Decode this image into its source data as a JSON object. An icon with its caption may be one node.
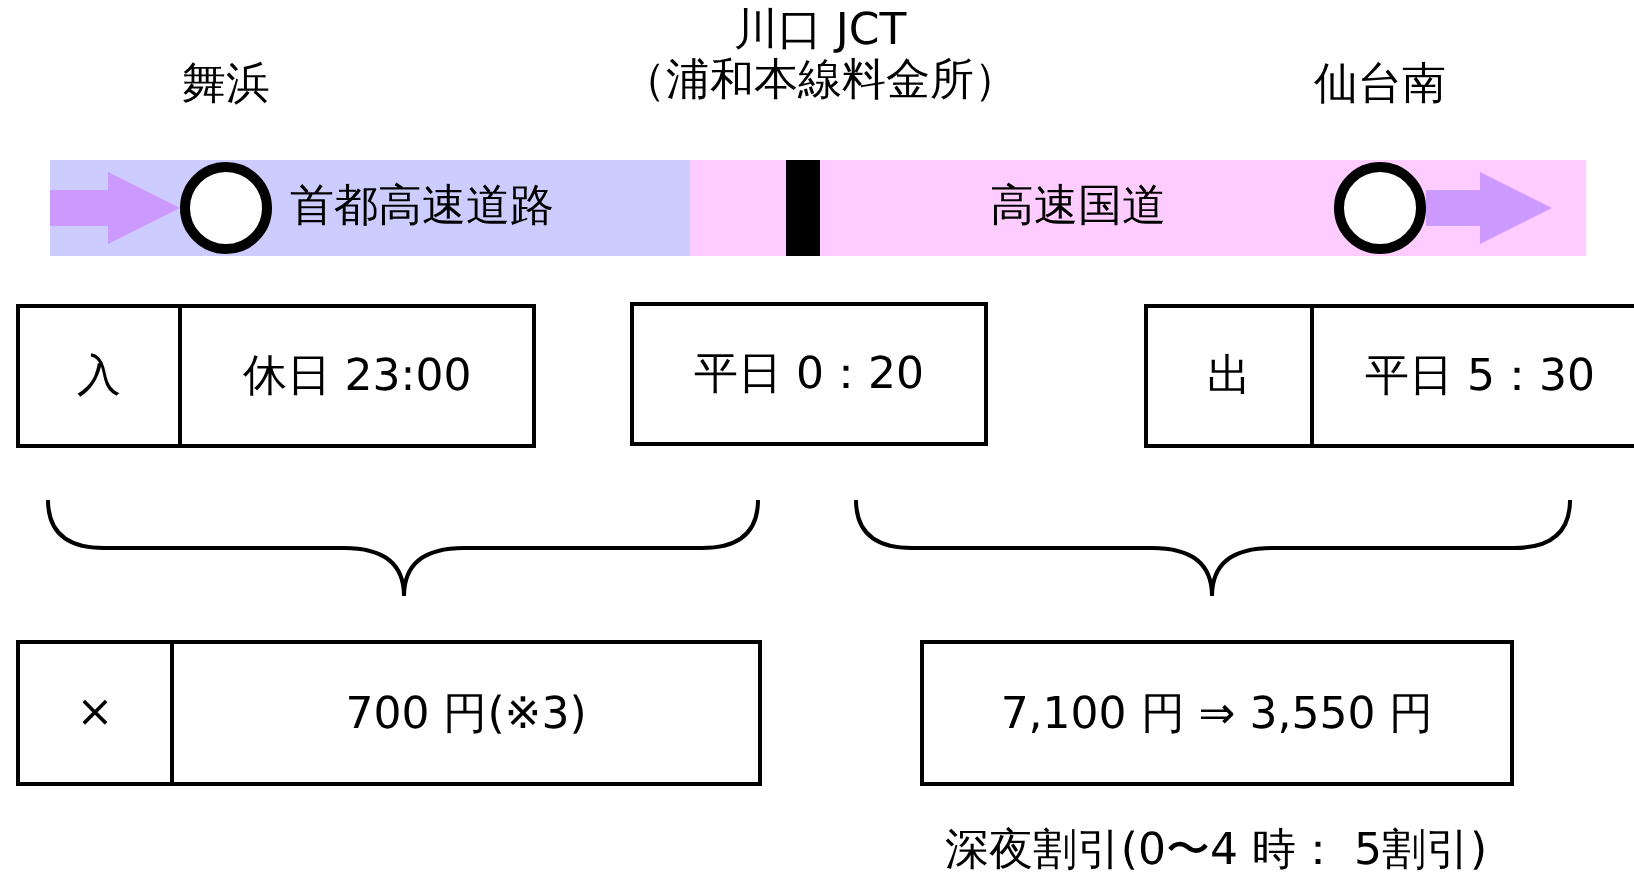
{
  "diagram": {
    "nodes": [
      {
        "text": [
          "首都高速道路"
        ]
      },
      {
        "text": [
          "高速国道"
        ]
      },
      {
        "text": [],
        "shape": "circle",
        "in": 0,
        "beside": [
          "舞浜"
        ]
      },
      {
        "text": [],
        "shape": "bar",
        "in": 1,
        "beside": [
          "川口 JCT（浦和本線料金所）"
        ]
      },
      {
        "text": [],
        "shape": "circle",
        "in": 1,
        "beside": [
          "仙台南"
        ]
      },
      {
        "text": [
          "入"
        ]
      },
      {
        "text": [
          "休日 23:00"
        ]
      },
      {
        "text": [
          "平日 0：20"
        ]
      },
      {
        "text": [
          "出"
        ]
      },
      {
        "text": [
          "平日 5：30"
        ]
      },
      {
        "text": [
          "×"
        ]
      },
      {
        "text": [
          "700 円(※3)"
        ]
      },
      {
        "text": [
          "7,100 円 ⇒ 3,550 円"
        ],
        "beside": [
          "深夜割引(0〜4 時： 5割引)"
        ]
      }
    ],
    "edges": [
      {
        "from": null,
        "to": 2,
        "arrow": "to"
      },
      {
        "from": 4,
        "to": null,
        "arrow": "to"
      }
    ]
  }
}
